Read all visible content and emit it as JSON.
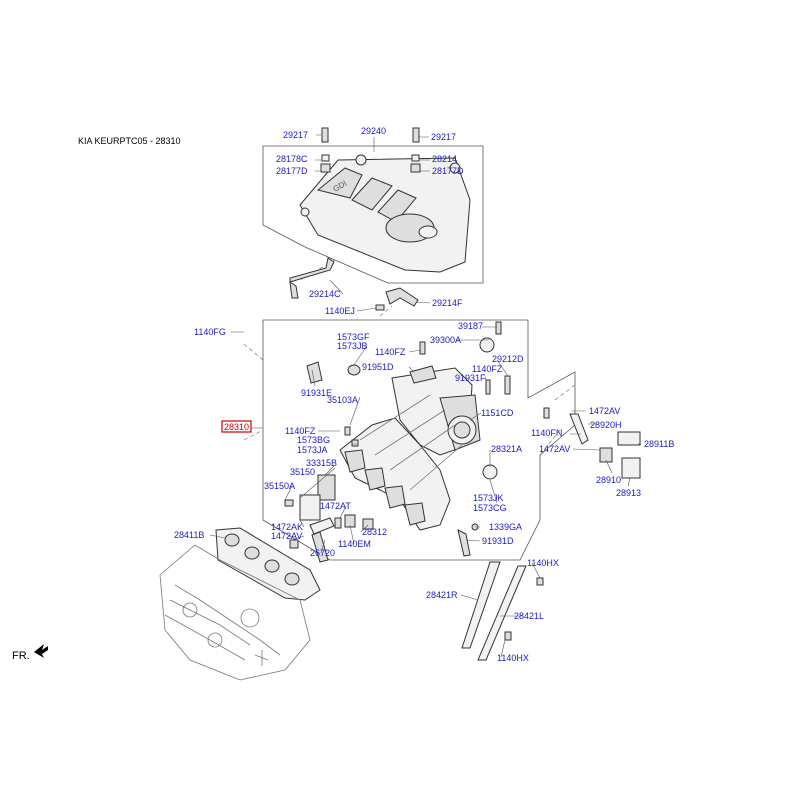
{
  "header": {
    "text": "KIA KEURPTC05 - 28310"
  },
  "orientation": {
    "label": "FR."
  },
  "highlight_part": "28310",
  "colors": {
    "label": "#1a1acc",
    "highlight_box": "#cc0000"
  },
  "labels": [
    {
      "id": "29217-l",
      "text": "29217"
    },
    {
      "id": "29240",
      "text": "29240"
    },
    {
      "id": "29217-r",
      "text": "29217"
    },
    {
      "id": "28178C",
      "text": "28178C"
    },
    {
      "id": "28177D-l",
      "text": "28177D"
    },
    {
      "id": "28214",
      "text": "28214"
    },
    {
      "id": "28177D-r",
      "text": "28177D"
    },
    {
      "id": "29214C",
      "text": "29214C"
    },
    {
      "id": "1140EJ",
      "text": "1140EJ"
    },
    {
      "id": "29214F",
      "text": "29214F"
    },
    {
      "id": "1140FG",
      "text": "1140FG"
    },
    {
      "id": "1573GF",
      "text": "1573GF"
    },
    {
      "id": "1573JB",
      "text": "1573JB"
    },
    {
      "id": "39187",
      "text": "39187"
    },
    {
      "id": "39300A",
      "text": "39300A"
    },
    {
      "id": "1140FZ-1",
      "text": "1140FZ"
    },
    {
      "id": "91951D",
      "text": "91951D"
    },
    {
      "id": "29212D",
      "text": "29212D"
    },
    {
      "id": "1140FZ-2",
      "text": "1140FZ"
    },
    {
      "id": "91931F",
      "text": "91931F"
    },
    {
      "id": "91931E",
      "text": "91931E"
    },
    {
      "id": "35103A",
      "text": "35103A"
    },
    {
      "id": "1151CD",
      "text": "1151CD"
    },
    {
      "id": "1472AV-1",
      "text": "1472AV"
    },
    {
      "id": "28310",
      "text": "28310"
    },
    {
      "id": "1140FZ-3",
      "text": "1140FZ"
    },
    {
      "id": "1573BG",
      "text": "1573BG"
    },
    {
      "id": "1573JA",
      "text": "1573JA"
    },
    {
      "id": "1140FN",
      "text": "1140FN"
    },
    {
      "id": "28920H",
      "text": "28920H"
    },
    {
      "id": "28911B",
      "text": "28911B"
    },
    {
      "id": "1472AV-2",
      "text": "1472AV"
    },
    {
      "id": "28321A",
      "text": "28321A"
    },
    {
      "id": "33315B",
      "text": "33315B"
    },
    {
      "id": "35150",
      "text": "35150"
    },
    {
      "id": "35150A",
      "text": "35150A"
    },
    {
      "id": "28910",
      "text": "28910"
    },
    {
      "id": "28913",
      "text": "28913"
    },
    {
      "id": "1472AT",
      "text": "1472AT"
    },
    {
      "id": "1573JK",
      "text": "1573JK"
    },
    {
      "id": "1573CG",
      "text": "1573CG"
    },
    {
      "id": "1472AK",
      "text": "1472AK"
    },
    {
      "id": "1472AV-3",
      "text": "1472AV"
    },
    {
      "id": "28312",
      "text": "28312"
    },
    {
      "id": "1339GA",
      "text": "1339GA"
    },
    {
      "id": "28411B",
      "text": "28411B"
    },
    {
      "id": "1140EM",
      "text": "1140EM"
    },
    {
      "id": "91931D",
      "text": "91931D"
    },
    {
      "id": "26720",
      "text": "26720"
    },
    {
      "id": "1140HX-1",
      "text": "1140HX"
    },
    {
      "id": "28421R",
      "text": "28421R"
    },
    {
      "id": "28421L",
      "text": "28421L"
    },
    {
      "id": "1140HX-2",
      "text": "1140HX"
    }
  ]
}
